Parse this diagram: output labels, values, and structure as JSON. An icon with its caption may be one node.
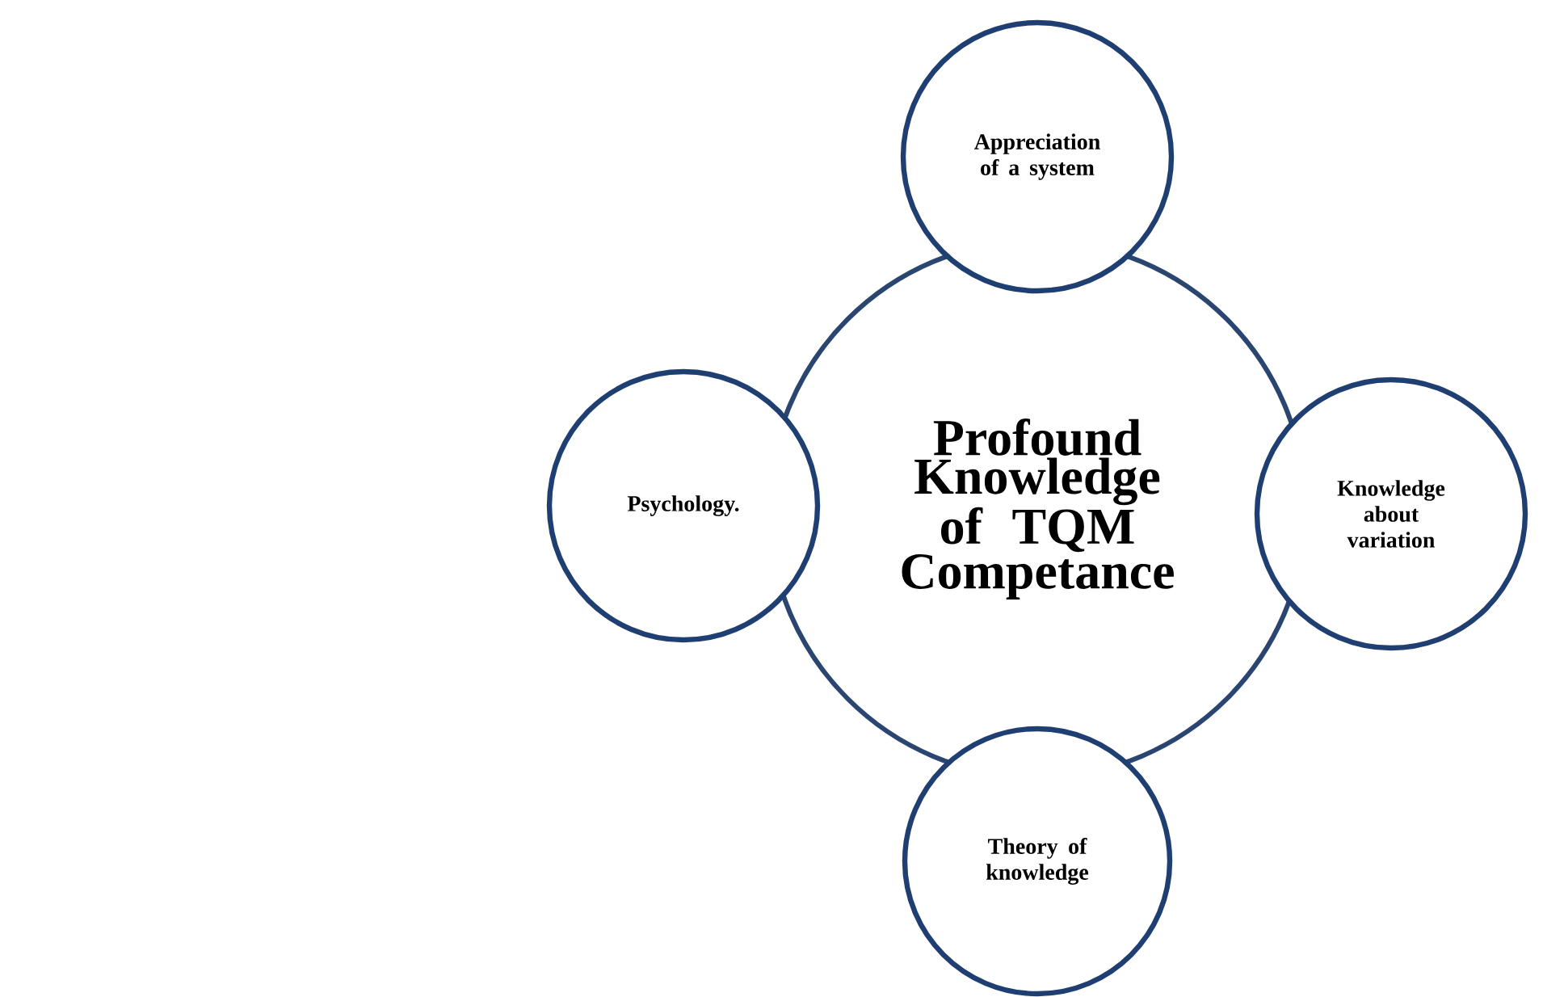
{
  "diagram": {
    "nodes": [
      {
        "text": [
          "Appreciation of a system"
        ]
      },
      {
        "text": [
          "Psychology."
        ]
      },
      {
        "text": [
          "Profound Knowledge of TQM Competance"
        ]
      },
      {
        "text": [
          "Knowledge about variation"
        ]
      },
      {
        "text": [
          "Theory of knowledge"
        ]
      }
    ]
  }
}
